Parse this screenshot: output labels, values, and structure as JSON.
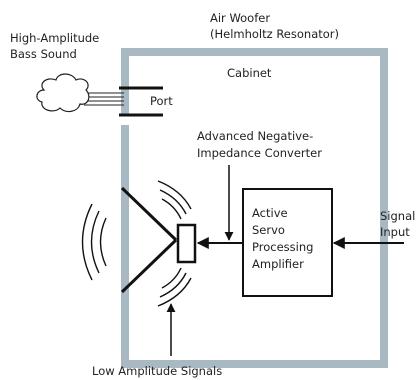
{
  "labels": {
    "air_woofer_line1": "Air Woofer",
    "air_woofer_line2": "(Helmholtz Resonator)",
    "high_amplitude_line1": "High-Amplitude",
    "high_amplitude_line2": "Bass Sound",
    "cabinet": "Cabinet",
    "port": "Port",
    "anic_line1": "Advanced Negative-",
    "anic_line2": "Impedance Converter",
    "amp_line1": "Active",
    "amp_line2": "Servo",
    "amp_line3": "Processing",
    "amp_line4": "Amplifier",
    "signal_line1": "Signal",
    "signal_line2": "Input",
    "low_amplitude": "Low Amplitude Signals"
  },
  "colors": {
    "cabinet_wall": "#a9b9c3",
    "stroke": "#111111",
    "text": "#222222"
  }
}
